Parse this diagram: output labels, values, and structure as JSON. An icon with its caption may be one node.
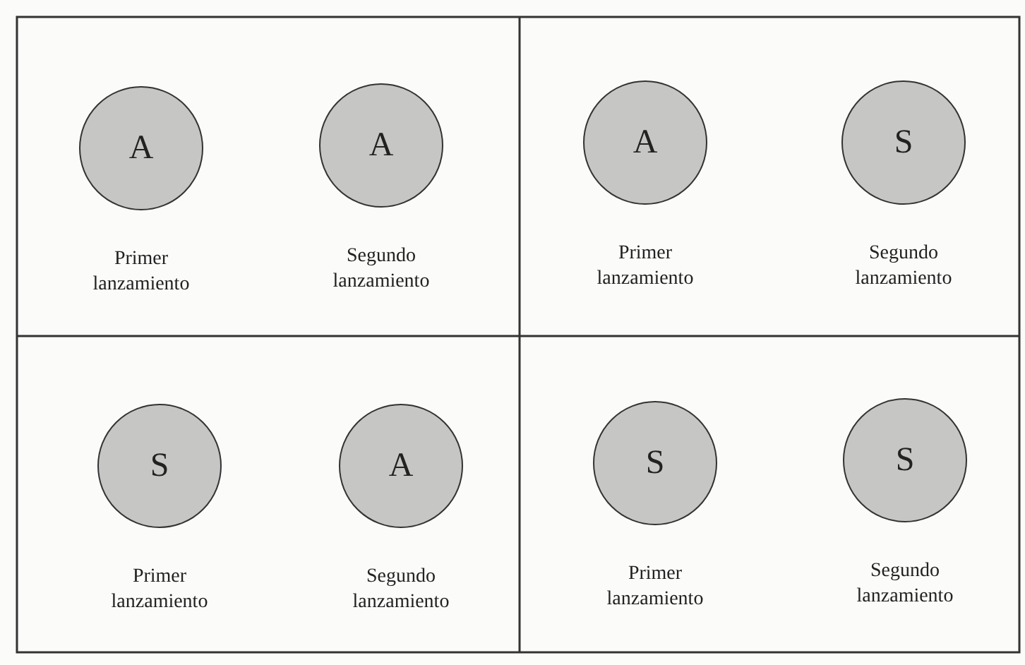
{
  "diagram": {
    "nodes": [
      {
        "text": [
          "A"
        ],
        "beside": [
          "Primer lanzamiento"
        ]
      },
      {
        "text": [
          "A"
        ],
        "beside": [
          "Segundo lanzamiento"
        ]
      },
      {
        "text": [
          "A"
        ],
        "beside": [
          "Primer lanzamiento"
        ]
      },
      {
        "text": [
          "S"
        ],
        "beside": [
          "Segundo lanzamiento"
        ]
      },
      {
        "text": [
          "S"
        ],
        "beside": [
          "Primer lanzamiento"
        ]
      },
      {
        "text": [
          "A"
        ],
        "beside": [
          "Segundo lanzamiento"
        ]
      },
      {
        "text": [
          "S"
        ],
        "beside": [
          "Primer lanzamiento"
        ]
      },
      {
        "text": [
          "S"
        ],
        "beside": [
          "Segundo lanzamiento"
        ]
      }
    ]
  }
}
